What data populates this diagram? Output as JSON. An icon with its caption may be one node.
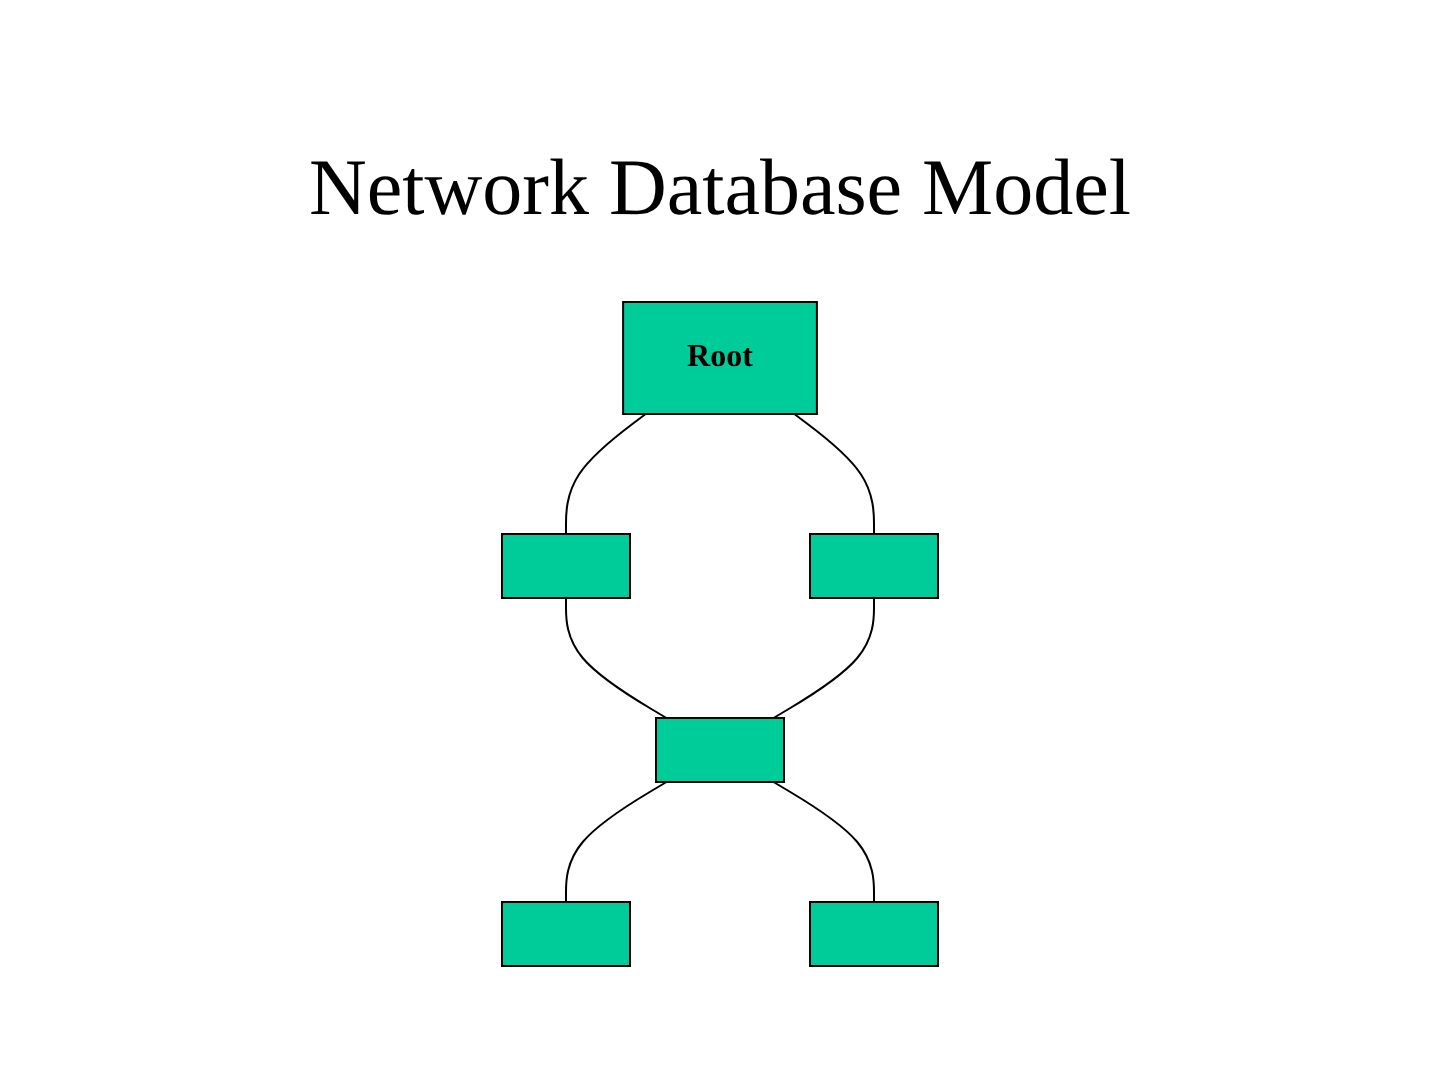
{
  "diagram": {
    "title": "Network Database Model",
    "nodes": [
      {
        "text": [
          "Root"
        ]
      },
      {
        "text": [],
        "shape": "box"
      },
      {
        "text": [],
        "shape": "box"
      },
      {
        "text": [],
        "shape": "box"
      },
      {
        "text": [],
        "shape": "box"
      },
      {
        "text": [],
        "shape": "box"
      }
    ],
    "edges": [
      {
        "from": 0,
        "to": 1,
        "arrow": "none"
      },
      {
        "from": 0,
        "to": 2,
        "arrow": "none"
      },
      {
        "from": 1,
        "to": 3,
        "arrow": "none"
      },
      {
        "from": 2,
        "to": 3,
        "arrow": "none"
      },
      {
        "from": 3,
        "to": 4,
        "arrow": "none"
      },
      {
        "from": 3,
        "to": 5,
        "arrow": "none"
      }
    ]
  }
}
